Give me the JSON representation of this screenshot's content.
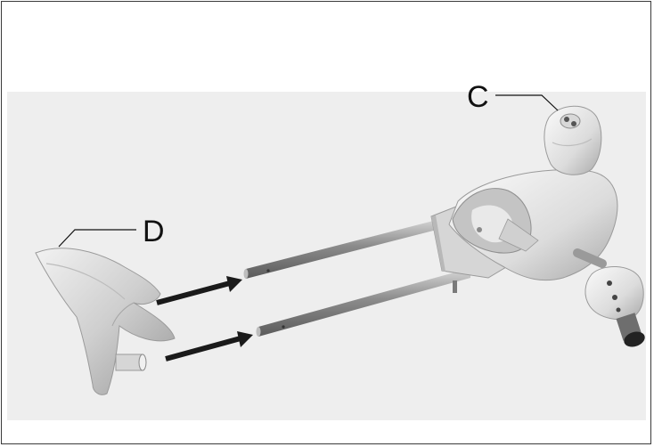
{
  "figure": {
    "callouts": [
      {
        "id": "c",
        "label": "C"
      },
      {
        "id": "d",
        "label": "D"
      }
    ],
    "colors": {
      "background": "#ffffff",
      "panel": "#eeeeee",
      "arrow": "#1a1a1a"
    }
  }
}
